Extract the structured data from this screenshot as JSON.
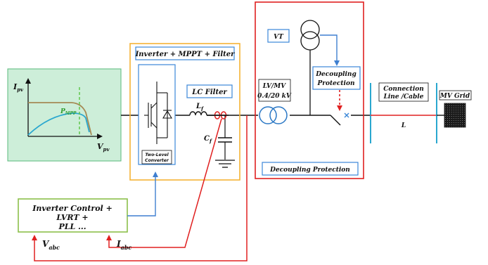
{
  "pv": {
    "y_label": "I",
    "y_sub": "pv",
    "x_label": "V",
    "x_sub": "pv",
    "mpp_label": "P",
    "mpp_sub": "MPP"
  },
  "inverter": {
    "title": "Inverter + MPPT + Filter",
    "converter_label_1": "Two-Level",
    "converter_label_2": "Converter"
  },
  "filter": {
    "title": "LC Filter",
    "inductor": "L",
    "inductor_sub": "f",
    "capacitor": "C",
    "capacitor_sub": "f"
  },
  "transformer": {
    "type_label": "LV/MV",
    "rating_label": "0.4/20 kV"
  },
  "decoupling": {
    "vt_label": "VT",
    "protection_1": "Decoupling",
    "protection_2": "Protection",
    "region_label": "Decoupling Protection"
  },
  "connection": {
    "line_1": "Connection",
    "line_2": "Line /Cable",
    "inductance": "L",
    "grid_label": "MV Grid"
  },
  "control": {
    "line_1": "Inverter Control +",
    "line_2": "LVRT +",
    "line_3": "PLL ..."
  },
  "measurements": {
    "voltage": "V",
    "voltage_sub": "abc",
    "current": "I",
    "current_sub": "abc"
  },
  "colors": {
    "pv_bg": "#cdeed9",
    "pv_curve_current": "#a58a55",
    "pv_curve_power": "#2aa7cf",
    "mpp_marker": "#58c440",
    "inverter_border": "#f5b335",
    "blue_box": "#3b87d8",
    "red_box": "#e02020",
    "control_border": "#8cc04a",
    "signal_blue": "#3f7fd0",
    "signal_red": "#e02020"
  }
}
